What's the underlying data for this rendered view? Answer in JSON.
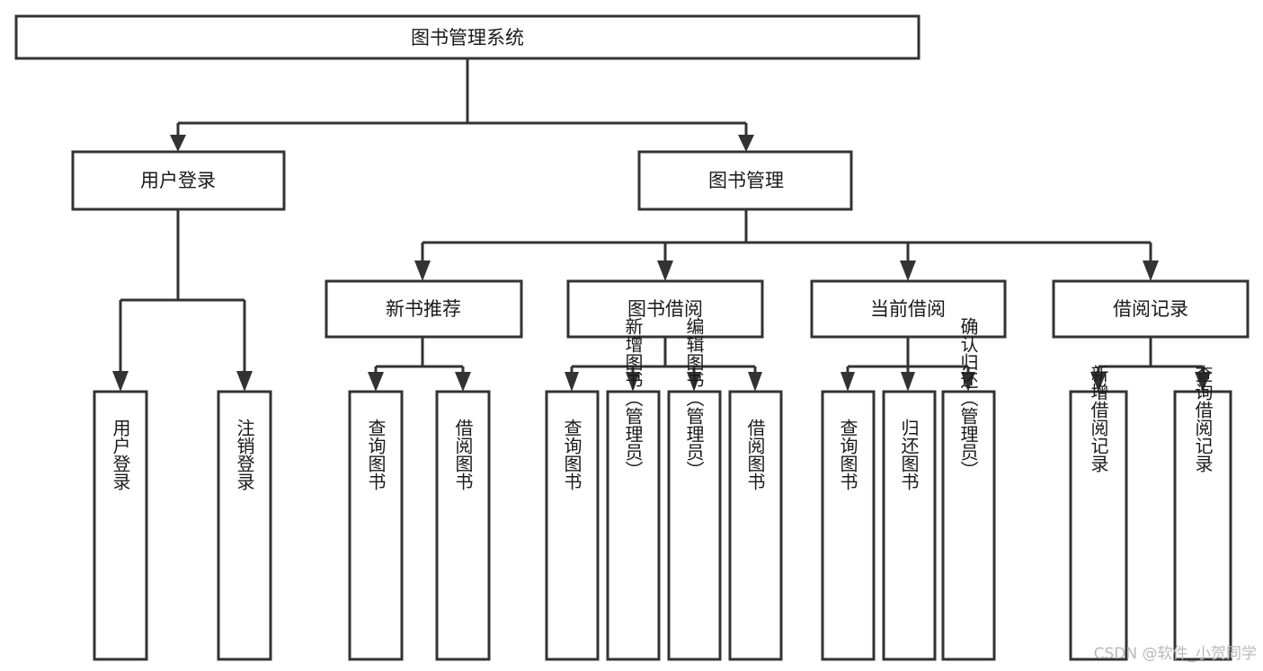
{
  "diagram": {
    "type": "tree-hierarchy-chart",
    "title": "图书管理系统",
    "orientation": "top-down",
    "background_color": "#ffffff",
    "line_color": "#333333",
    "box_fill": "#ffffff",
    "text_color": "#1a1a1a",
    "levels": 4,
    "root": {
      "id": "root",
      "label": "图书管理系统",
      "orientation": "horizontal"
    },
    "level2": [
      {
        "id": "user-login",
        "label": "用户登录",
        "orientation": "horizontal"
      },
      {
        "id": "book-manage",
        "label": "图书管理",
        "orientation": "horizontal"
      }
    ],
    "level3": [
      {
        "id": "new-book-recommend",
        "label": "新书推荐",
        "parent": "book-manage",
        "orientation": "horizontal"
      },
      {
        "id": "book-borrow",
        "label": "图书借阅",
        "parent": "book-manage",
        "orientation": "horizontal"
      },
      {
        "id": "current-borrow",
        "label": "当前借阅",
        "parent": "book-manage",
        "orientation": "horizontal"
      },
      {
        "id": "borrow-record",
        "label": "借阅记录",
        "parent": "book-manage",
        "orientation": "horizontal"
      }
    ],
    "leaves": [
      {
        "id": "leaf-user-login",
        "label": "用户登录",
        "parent": "user-login",
        "orientation": "vertical"
      },
      {
        "id": "leaf-user-logout",
        "label": "注销登录",
        "parent": "user-login",
        "orientation": "vertical"
      },
      {
        "id": "leaf-query-book-1",
        "label": "查询图书",
        "parent": "new-book-recommend",
        "orientation": "vertical"
      },
      {
        "id": "leaf-borrow-book-1",
        "label": "借阅图书",
        "parent": "new-book-recommend",
        "orientation": "vertical"
      },
      {
        "id": "leaf-query-book-2",
        "label": "查询图书",
        "parent": "book-borrow",
        "orientation": "vertical"
      },
      {
        "id": "leaf-add-book",
        "label": "新增图书（管理员）",
        "parent": "book-borrow",
        "orientation": "vertical"
      },
      {
        "id": "leaf-edit-book",
        "label": "编辑图书（管理员）",
        "parent": "book-borrow",
        "orientation": "vertical"
      },
      {
        "id": "leaf-borrow-book-2",
        "label": "借阅图书",
        "parent": "book-borrow",
        "orientation": "vertical"
      },
      {
        "id": "leaf-query-book-3",
        "label": "查询图书",
        "parent": "current-borrow",
        "orientation": "vertical"
      },
      {
        "id": "leaf-return-book",
        "label": "归还图书",
        "parent": "current-borrow",
        "orientation": "vertical"
      },
      {
        "id": "leaf-confirm-return",
        "label": "确认归还（管理员）",
        "parent": "current-borrow",
        "orientation": "vertical"
      },
      {
        "id": "leaf-add-record",
        "label": "新增借阅记录",
        "parent": "borrow-record",
        "orientation": "vertical"
      },
      {
        "id": "leaf-query-record",
        "label": "查询借阅记录",
        "parent": "borrow-record",
        "orientation": "vertical"
      }
    ]
  },
  "watermark": {
    "text": "CSDN @软件_小贺同学",
    "color": "#b9b9b9"
  }
}
